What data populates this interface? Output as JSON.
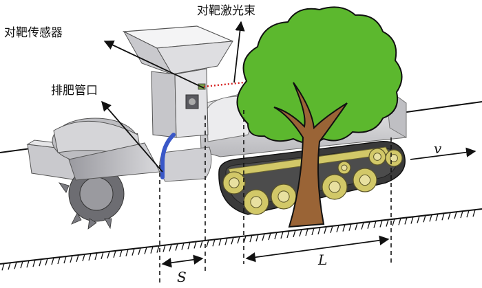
{
  "labels": {
    "target_sensor": "对靶传感器",
    "target_laser_beam": "对靶激光束",
    "fertilizer_outlet": "排肥管口"
  },
  "dimensions": {
    "s": "S",
    "l": "L",
    "v": "v"
  },
  "colors": {
    "laser": "#d62020",
    "tree_canopy": "#5cb82e",
    "tree_trunk": "#9a6436",
    "machine_body": "#d8d8da",
    "track": "#3a3a3a",
    "wheel": "#d2c868",
    "outlet_pipe": "#3a58c8"
  }
}
